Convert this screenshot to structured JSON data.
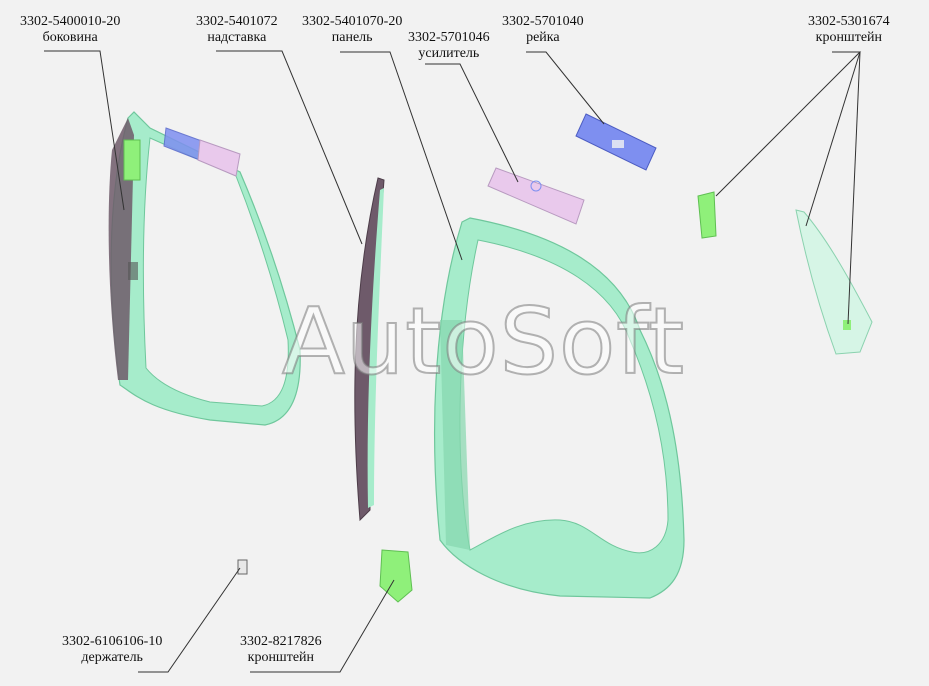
{
  "colors": {
    "background": "#f2f2f2",
    "part_green": "#a6eccb",
    "part_green_dark": "#86d7ae",
    "bracket_green": "#8ff07a",
    "rail_blue": "#7e8ff0",
    "reinforcement_pink": "#e9c9ec",
    "filler_dark": "#6e5a6a",
    "leader_line": "#333333"
  },
  "watermark": "AutoSoft",
  "parts": [
    {
      "id": "p1",
      "number": "3302-5400010-20",
      "name": "боковина"
    },
    {
      "id": "p2",
      "number": "3302-5401072",
      "name": "надставка"
    },
    {
      "id": "p3",
      "number": "3302-5401070-20",
      "name": "панель"
    },
    {
      "id": "p4",
      "number": "3302-5701046",
      "name": "усилитель"
    },
    {
      "id": "p5",
      "number": "3302-5701040",
      "name": "рейка"
    },
    {
      "id": "p6",
      "number": "3302-5301674",
      "name": "кронштейн"
    },
    {
      "id": "p7",
      "number": "3302-6106106-10",
      "name": "держатель"
    },
    {
      "id": "p8",
      "number": "3302-8217826",
      "name": "кронштейн"
    }
  ]
}
